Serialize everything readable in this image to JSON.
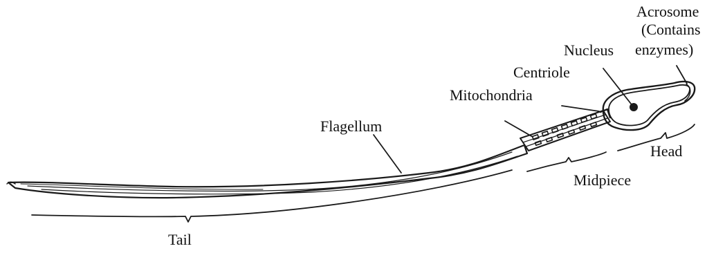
{
  "labels": {
    "acrosome_line1": "Acrosome",
    "acrosome_line2": "(Contains",
    "acrosome_line3": "enzymes)",
    "nucleus": "Nucleus",
    "centriole": "Centriole",
    "mitochondria": "Mitochondria",
    "flagellum": "Flagellum",
    "head": "Head",
    "midpiece": "Midpiece",
    "tail": "Tail"
  },
  "colors": {
    "ink": "#1a1a1a",
    "background": "#ffffff"
  }
}
